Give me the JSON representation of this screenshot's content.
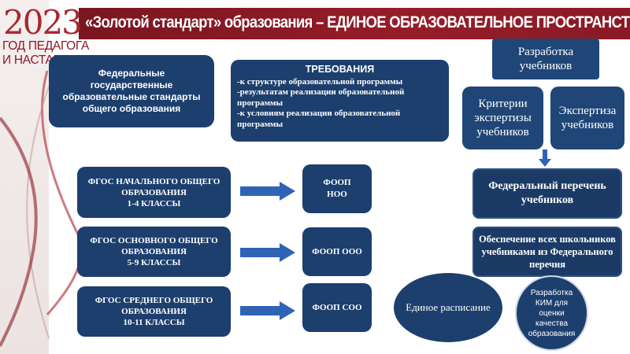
{
  "logo": {
    "year": "2023",
    "line1": "ГОД ПЕДАГОГА",
    "line2": "И НАСТАВНИКА"
  },
  "title": "«Золотой стандарт» образования – ЕДИНОЕ ОБРАЗОВАТЕЛЬНОЕ ПРОСТРАНСТВО",
  "fgs_box": "Федеральные государственные образовательные стандарты общего образования",
  "requirements": {
    "title": "ТРЕБОВАНИЯ",
    "items": [
      "-к структуре образовательной программы",
      "-результатам реализации образовательной программы",
      "-к условиям реализации образовательной программы"
    ]
  },
  "fgos": [
    {
      "line1": "ФГОС НАЧАЛЬНОГО ОБЩЕГО",
      "line2": "ОБРАЗОВАНИЯ",
      "line3": "1-4 КЛАССЫ"
    },
    {
      "line1": "ФГОС ОСНОВНОГО ОБЩЕГО",
      "line2": "ОБРАЗОВАНИЯ",
      "line3": "5-9 КЛАССЫ"
    },
    {
      "line1": "ФГОС СРЕДНЕГО ОБЩЕГО",
      "line2": "ОБРАЗОВАНИЯ",
      "line3": "10-11 КЛАССЫ"
    }
  ],
  "foop": [
    {
      "line1": "ФООП",
      "line2": "НОО"
    },
    {
      "line1": "ФООП ООО",
      "line2": ""
    },
    {
      "line1": "ФООП СОО",
      "line2": ""
    }
  ],
  "textbooks": {
    "development": "Разработка учебников",
    "criteria": "Критерии экспертизы учебников",
    "expertise": "Экспертиза учебников",
    "federal_list": "Федеральный перечень учебников",
    "provision": "Обеспечение всех школьников учебниками из Федерального перечня"
  },
  "schedule": "Единое расписание",
  "kim": "Разработка КИМ для оценки качества образования",
  "colors": {
    "navy": "#1c3f6e",
    "maroon": "#8a1a25",
    "arrow": "#2f63b4"
  }
}
